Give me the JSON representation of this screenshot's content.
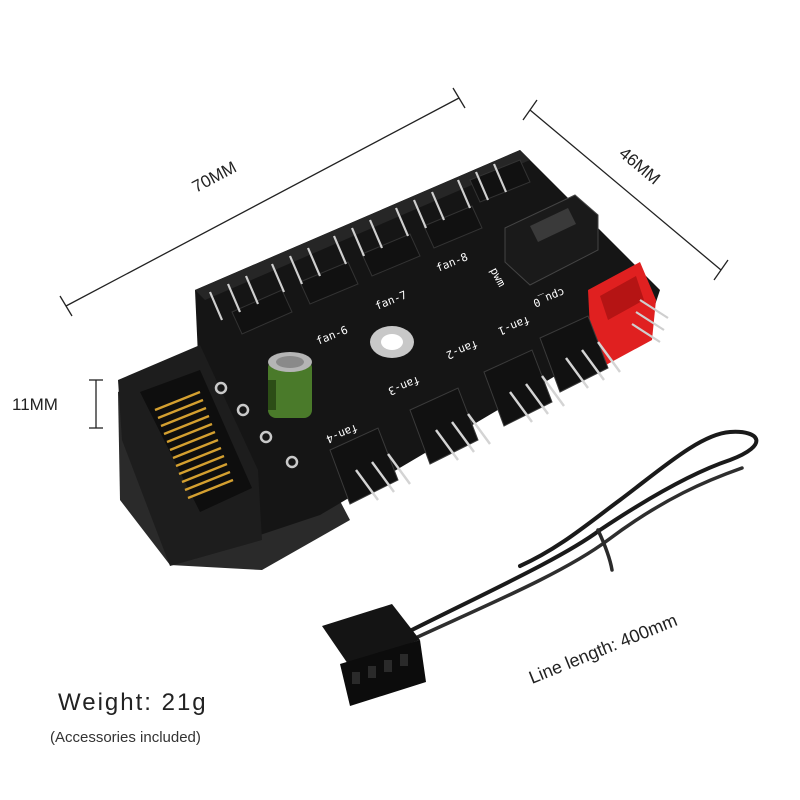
{
  "dimensions": {
    "length_label": "70MM",
    "width_label": "46MM",
    "height_label": "11MM"
  },
  "board_labels": {
    "fan_6": "fan-6",
    "fan_7": "fan-7",
    "fan_8": "fan-8",
    "fan_1": "fan-1",
    "fan_2": "fan-2",
    "fan_3": "fan-3",
    "fan_4": "fan-4",
    "cpu_0": "cpu_0",
    "pwm": "pwm"
  },
  "cable": {
    "length_label": "Line length: 400mm"
  },
  "weight": {
    "label": "Weight: 21g",
    "note": "(Accessories included)"
  },
  "colors": {
    "board": "#151515",
    "connector_red": "#e02020",
    "capacitor": "#4a7a2a",
    "gold_pins": "#d4a030"
  }
}
